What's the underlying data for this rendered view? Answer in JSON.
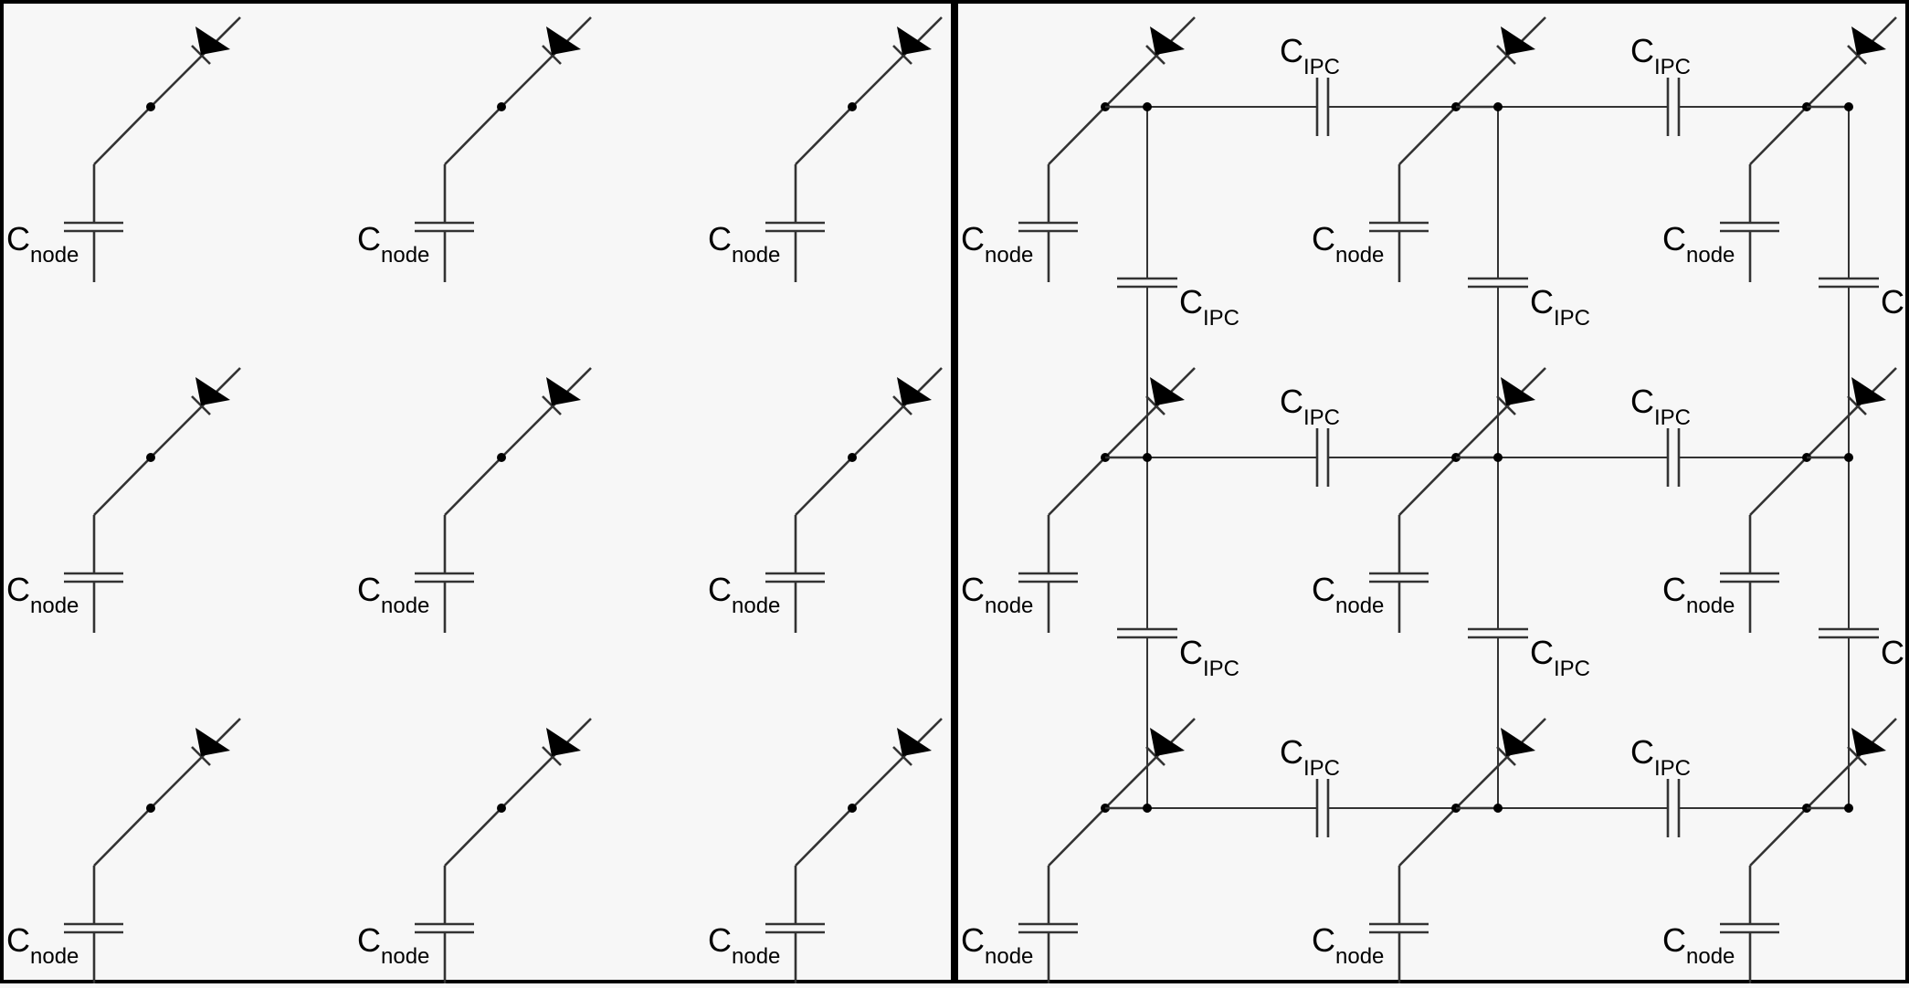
{
  "panels": [
    {
      "name": "panel-isolated",
      "coupled": false
    },
    {
      "name": "panel-coupled",
      "coupled": true
    }
  ],
  "grid": {
    "rows": 3,
    "cols": 3
  },
  "labels": {
    "node_cap": {
      "main": "C",
      "sub": "node"
    },
    "ipc_cap": {
      "main": "C",
      "sub": "IPC"
    }
  },
  "colors": {
    "background": "#f7f7f7",
    "ink": "#000000",
    "wire": "#333333"
  }
}
